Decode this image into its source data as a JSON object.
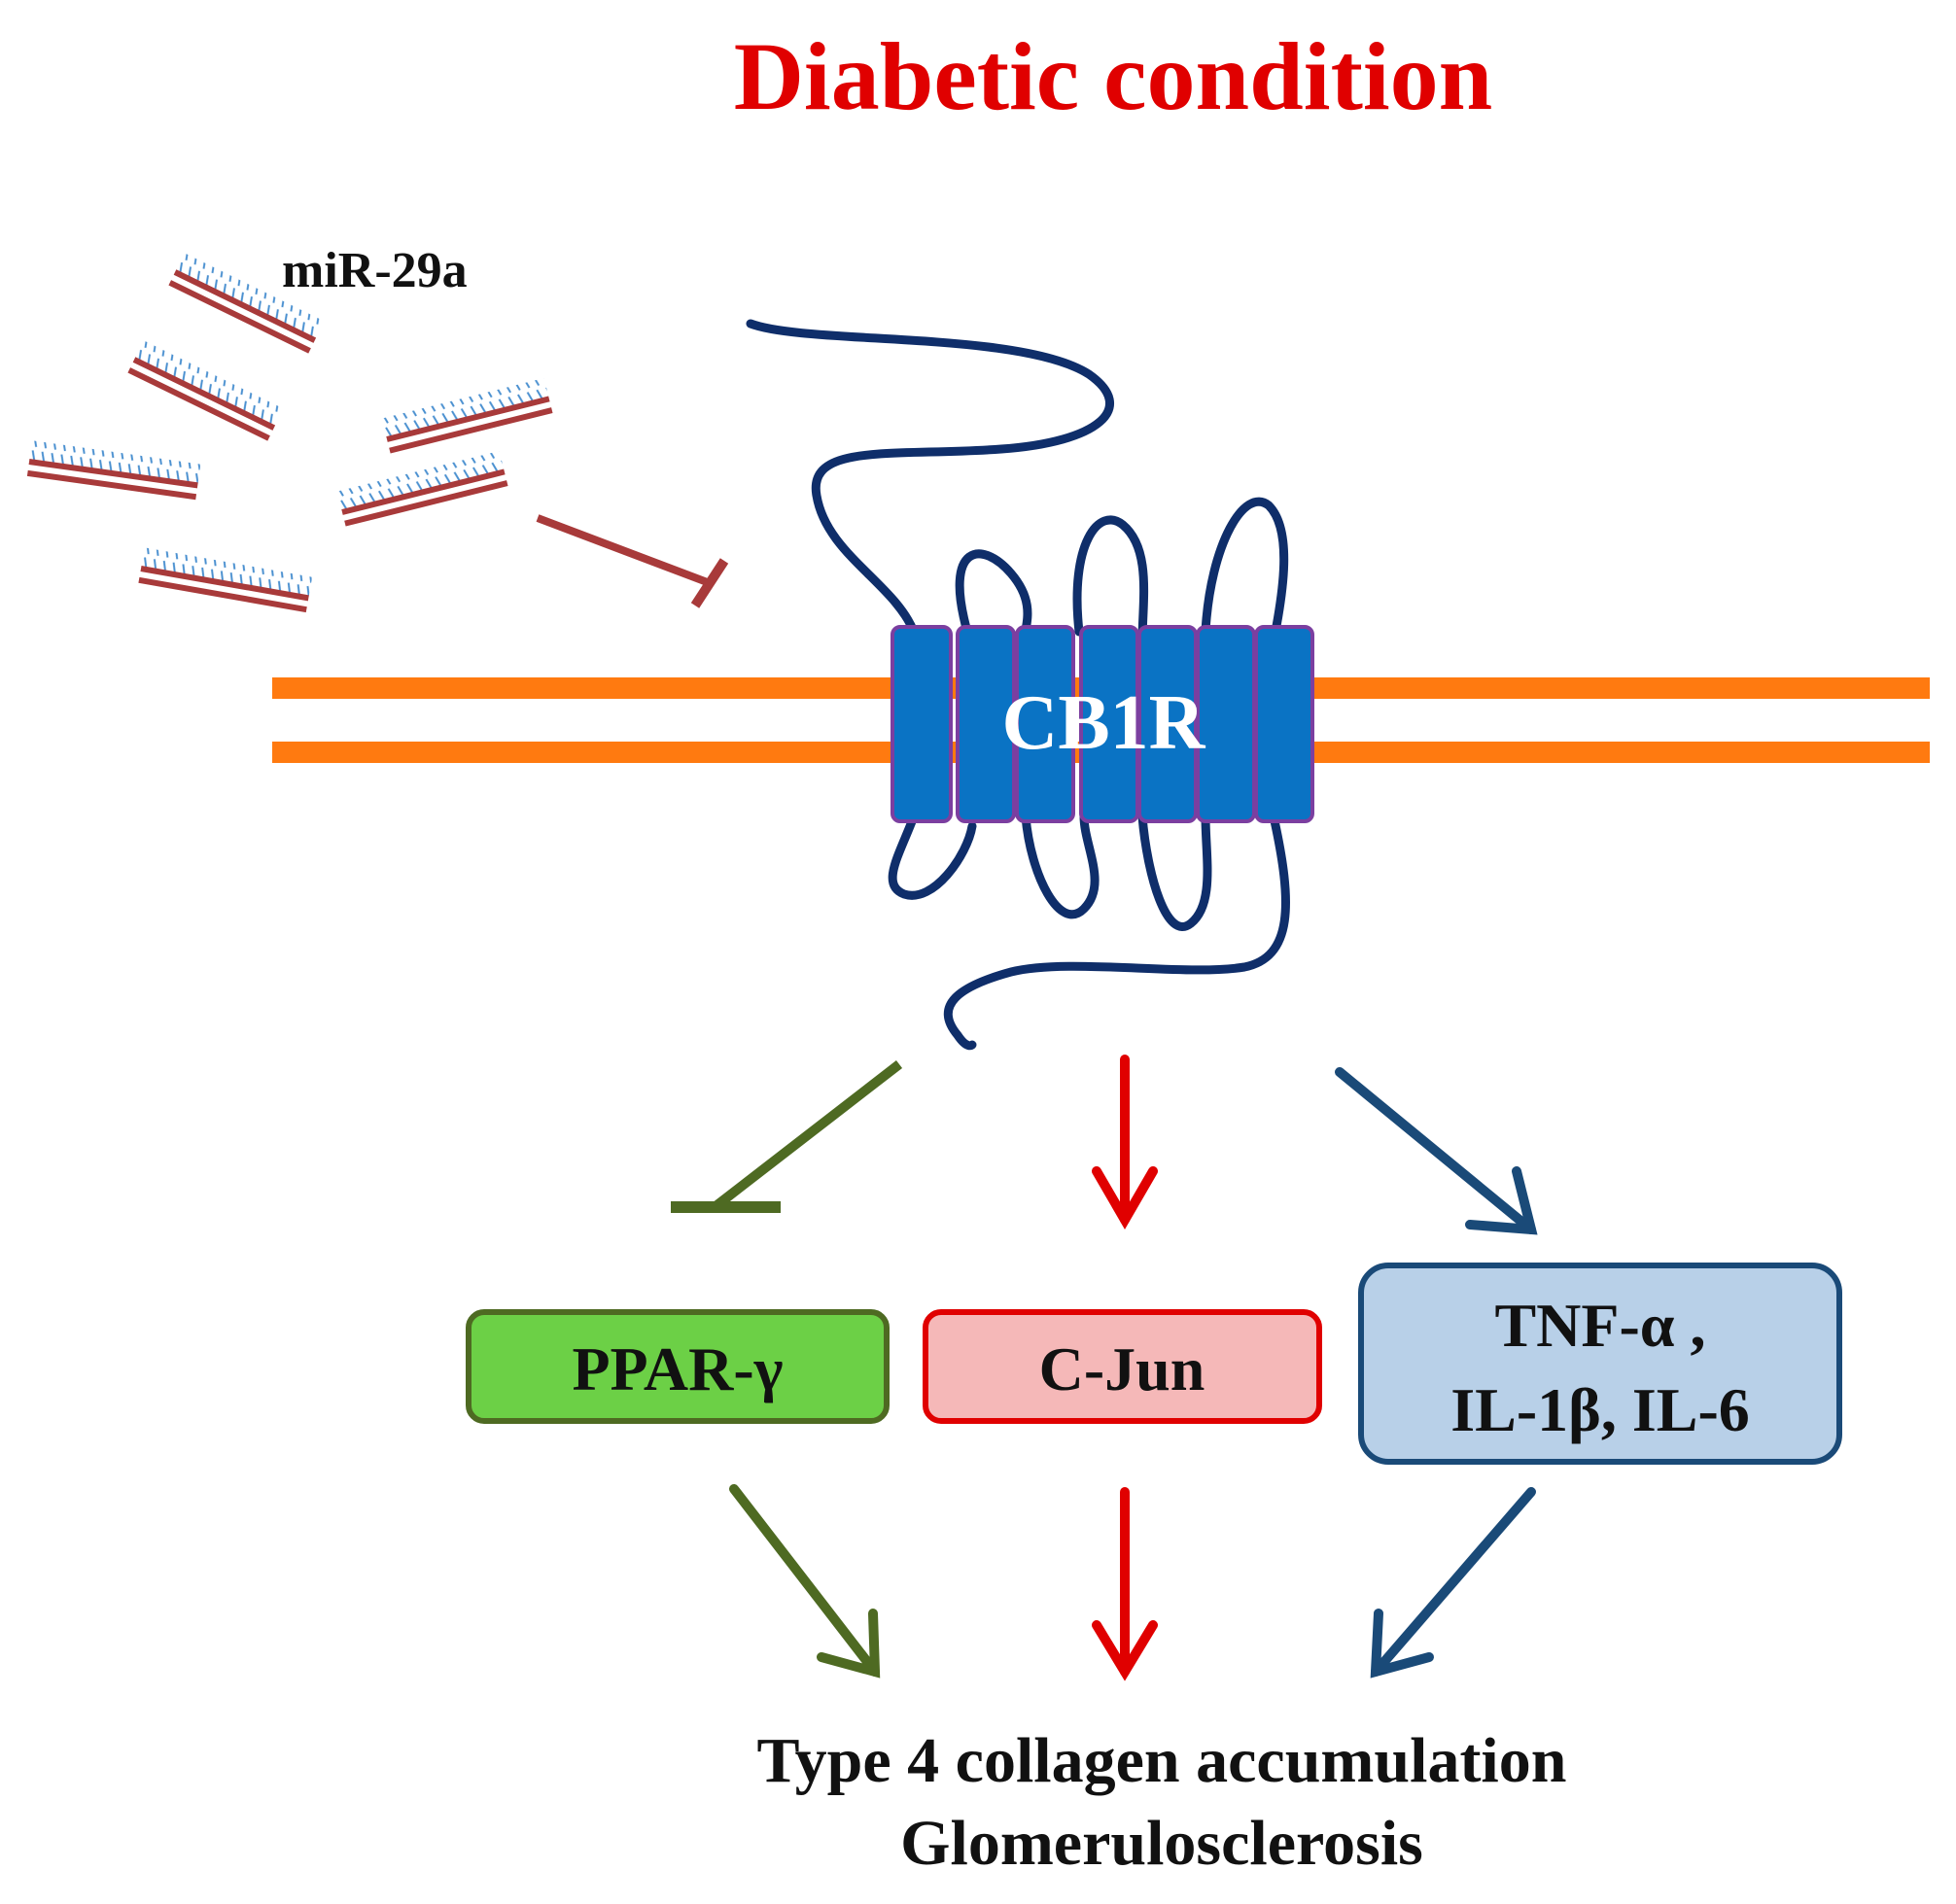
{
  "title": "Diabetic condition",
  "mirna_label": "miR-29a",
  "receptor_label": "CB1R",
  "targets": {
    "ppar": "PPAR-γ",
    "cjun": "C-Jun",
    "cytokines_line1": "TNF-α ,",
    "cytokines_line2": "IL-1β, IL-6"
  },
  "outcome": {
    "line1": "Type 4 collagen accumulation",
    "line2": "Glomerulosclerosis"
  },
  "colors": {
    "title": "#e00000",
    "mirna": "#a83a3a",
    "mirna_bristles": "#4a90d0",
    "membrane": "#ff7a10",
    "receptor_fill": "#0a73c4",
    "receptor_border": "#7b3fa0",
    "protein_chain": "#0f2e6a",
    "ppar_path": "#4e6a22",
    "ppar_fill": "#6cd046",
    "cjun_path": "#e00000",
    "cjun_fill": "#f5b8b8",
    "cytokine_path": "#1a4a78",
    "cytokine_fill": "#b8d0e8"
  }
}
